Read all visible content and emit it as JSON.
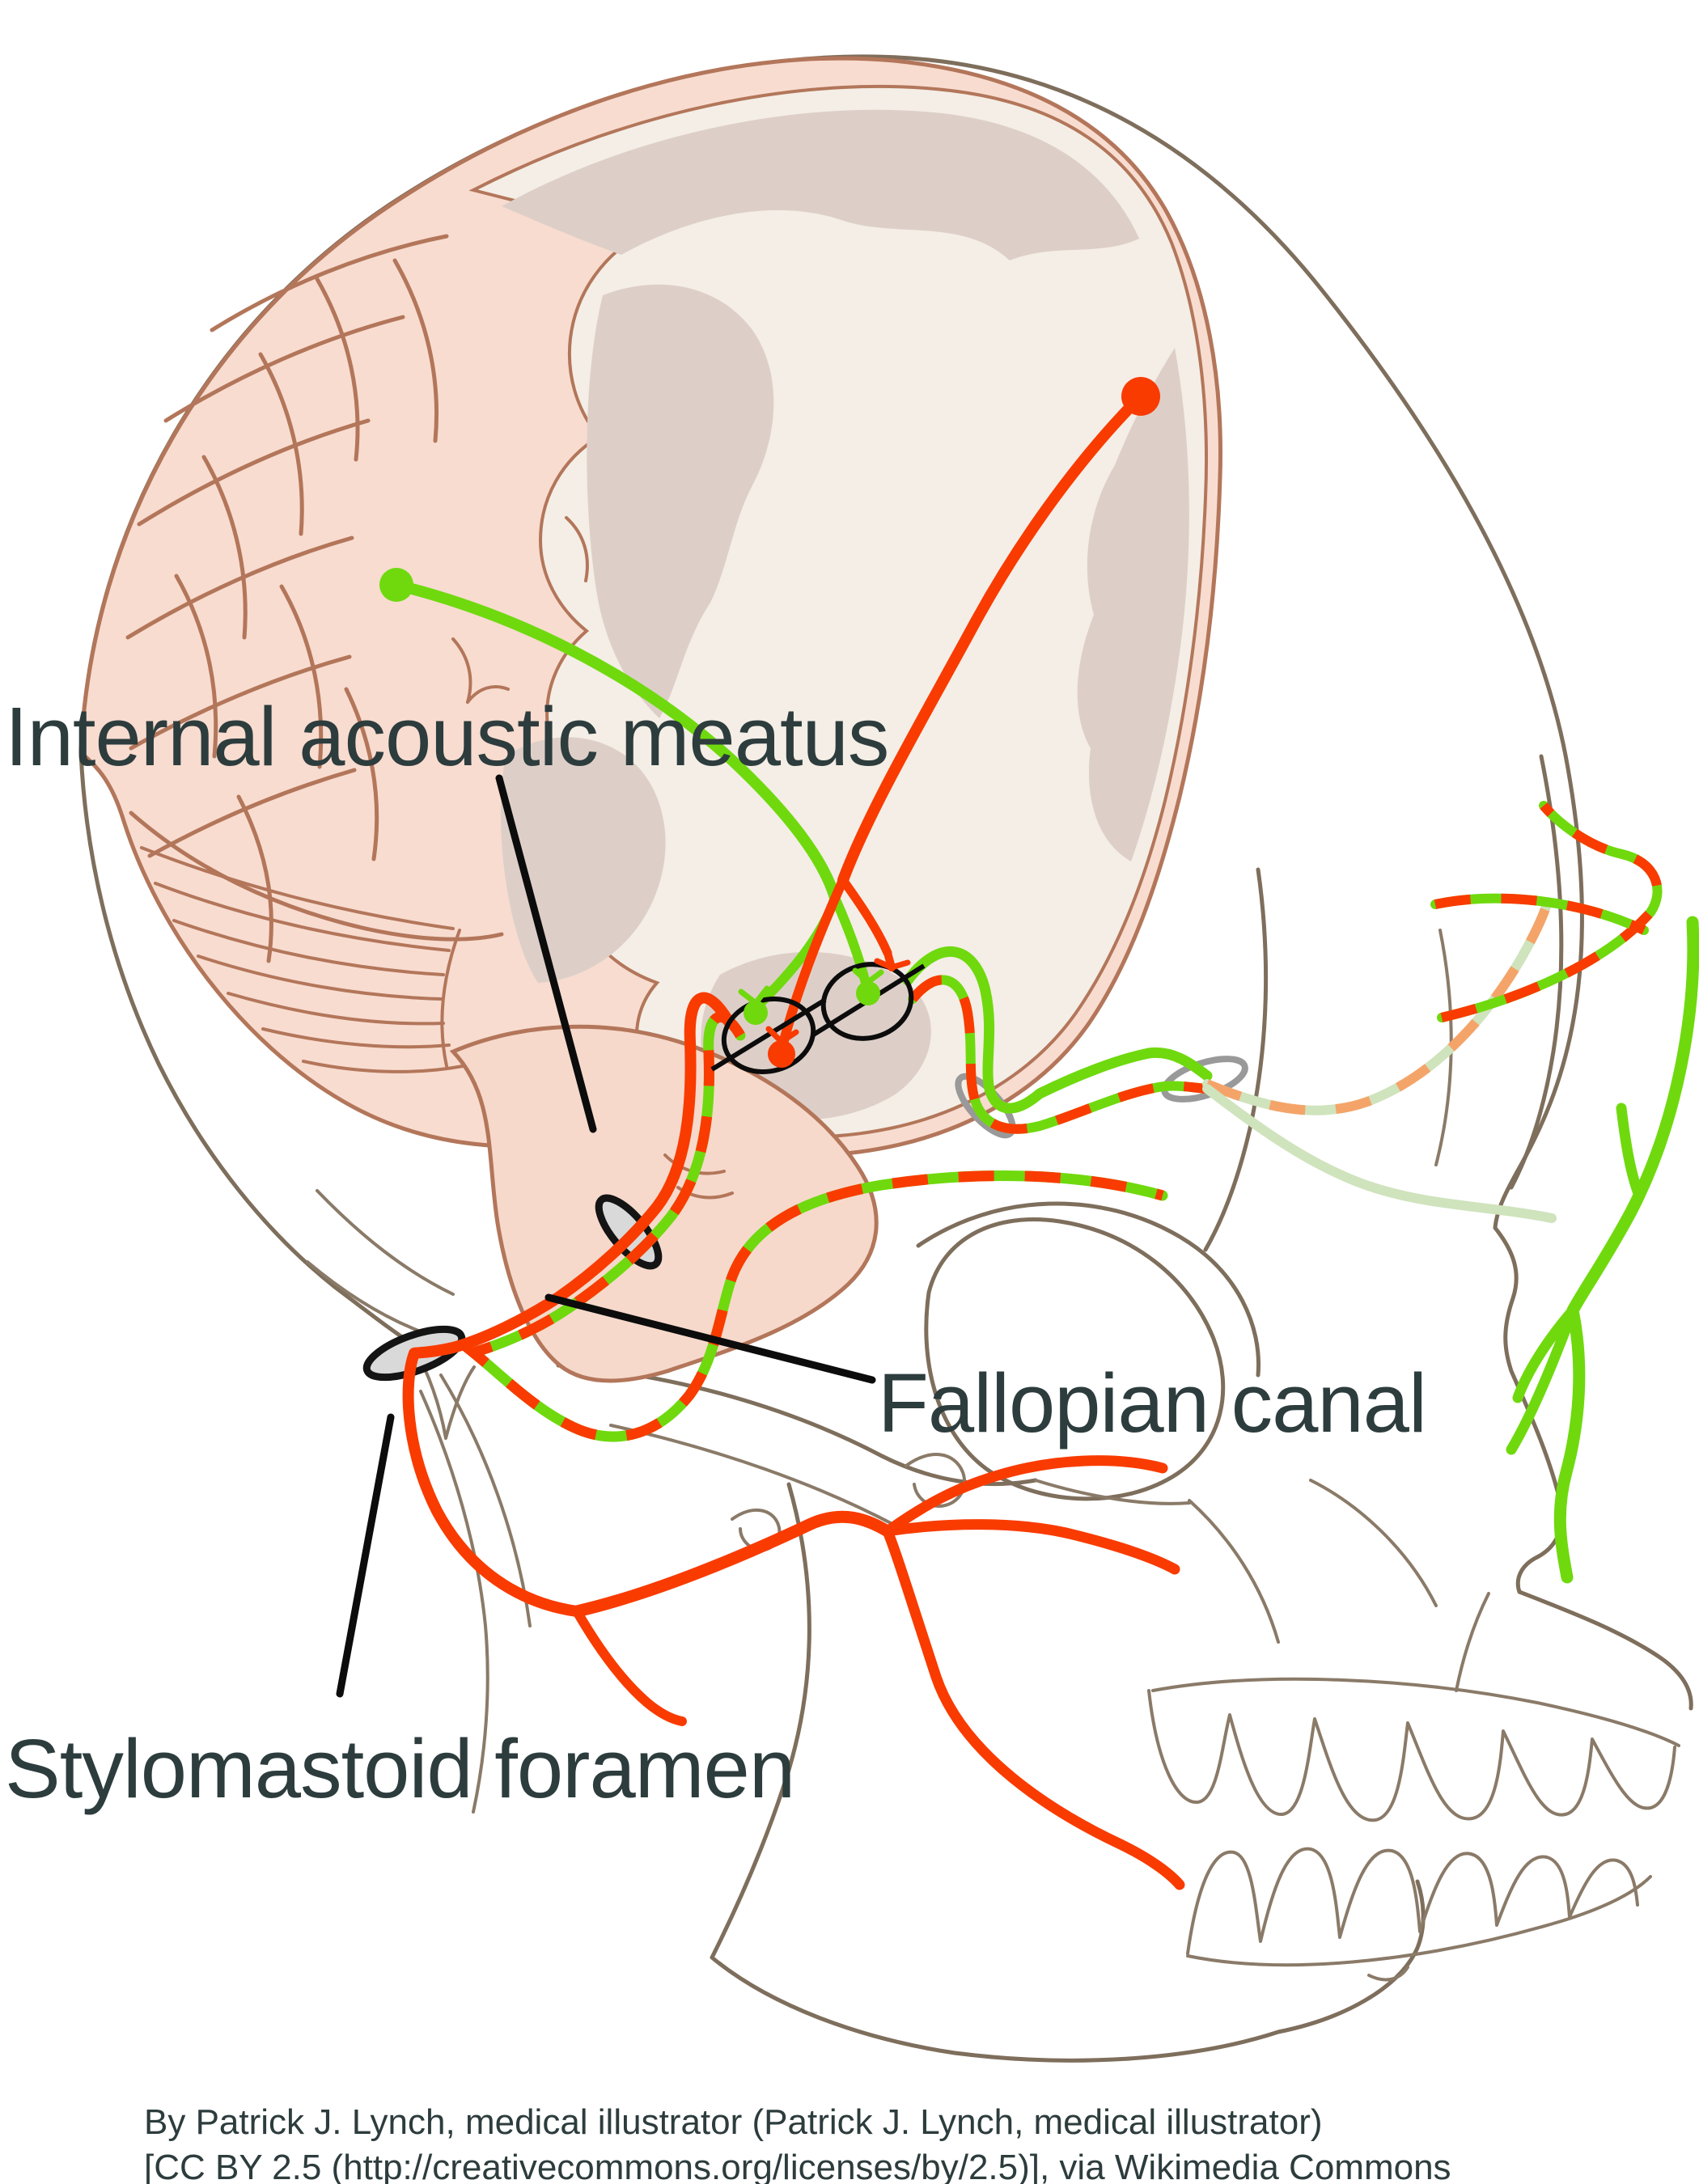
{
  "labels": {
    "internal_acoustic_meatus": "Internal acoustic meatus",
    "fallopian_canal": "Fallopian canal",
    "stylomastoid_foramen": "Stylomastoid foramen"
  },
  "attribution": {
    "line1": "By Patrick J. Lynch, medical illustrator (Patrick J. Lynch, medical illustrator)",
    "line2": "[CC BY 2.5 (http://creativecommons.org/licenses/by/2.5)], via Wikimedia Commons"
  },
  "colors": {
    "nerve_red": "#f93b00",
    "nerve_green": "#6fd90e",
    "faded_nerve_green": "#cfe3bd",
    "faded_nerve_orange": "#f5a469",
    "bone_line": "#7e6e5c",
    "brain_outline": "#b3765a",
    "brain_pink": "#f8dcd0",
    "cut_surface_cream": "#f4eee6",
    "gyri_gray": "#ddcfc8",
    "label_text": "#2d3c3d",
    "foramen_fill": "#d9d9d9",
    "foramen_ring_gray": "#999999",
    "annotation_black": "#0c0c0c"
  }
}
